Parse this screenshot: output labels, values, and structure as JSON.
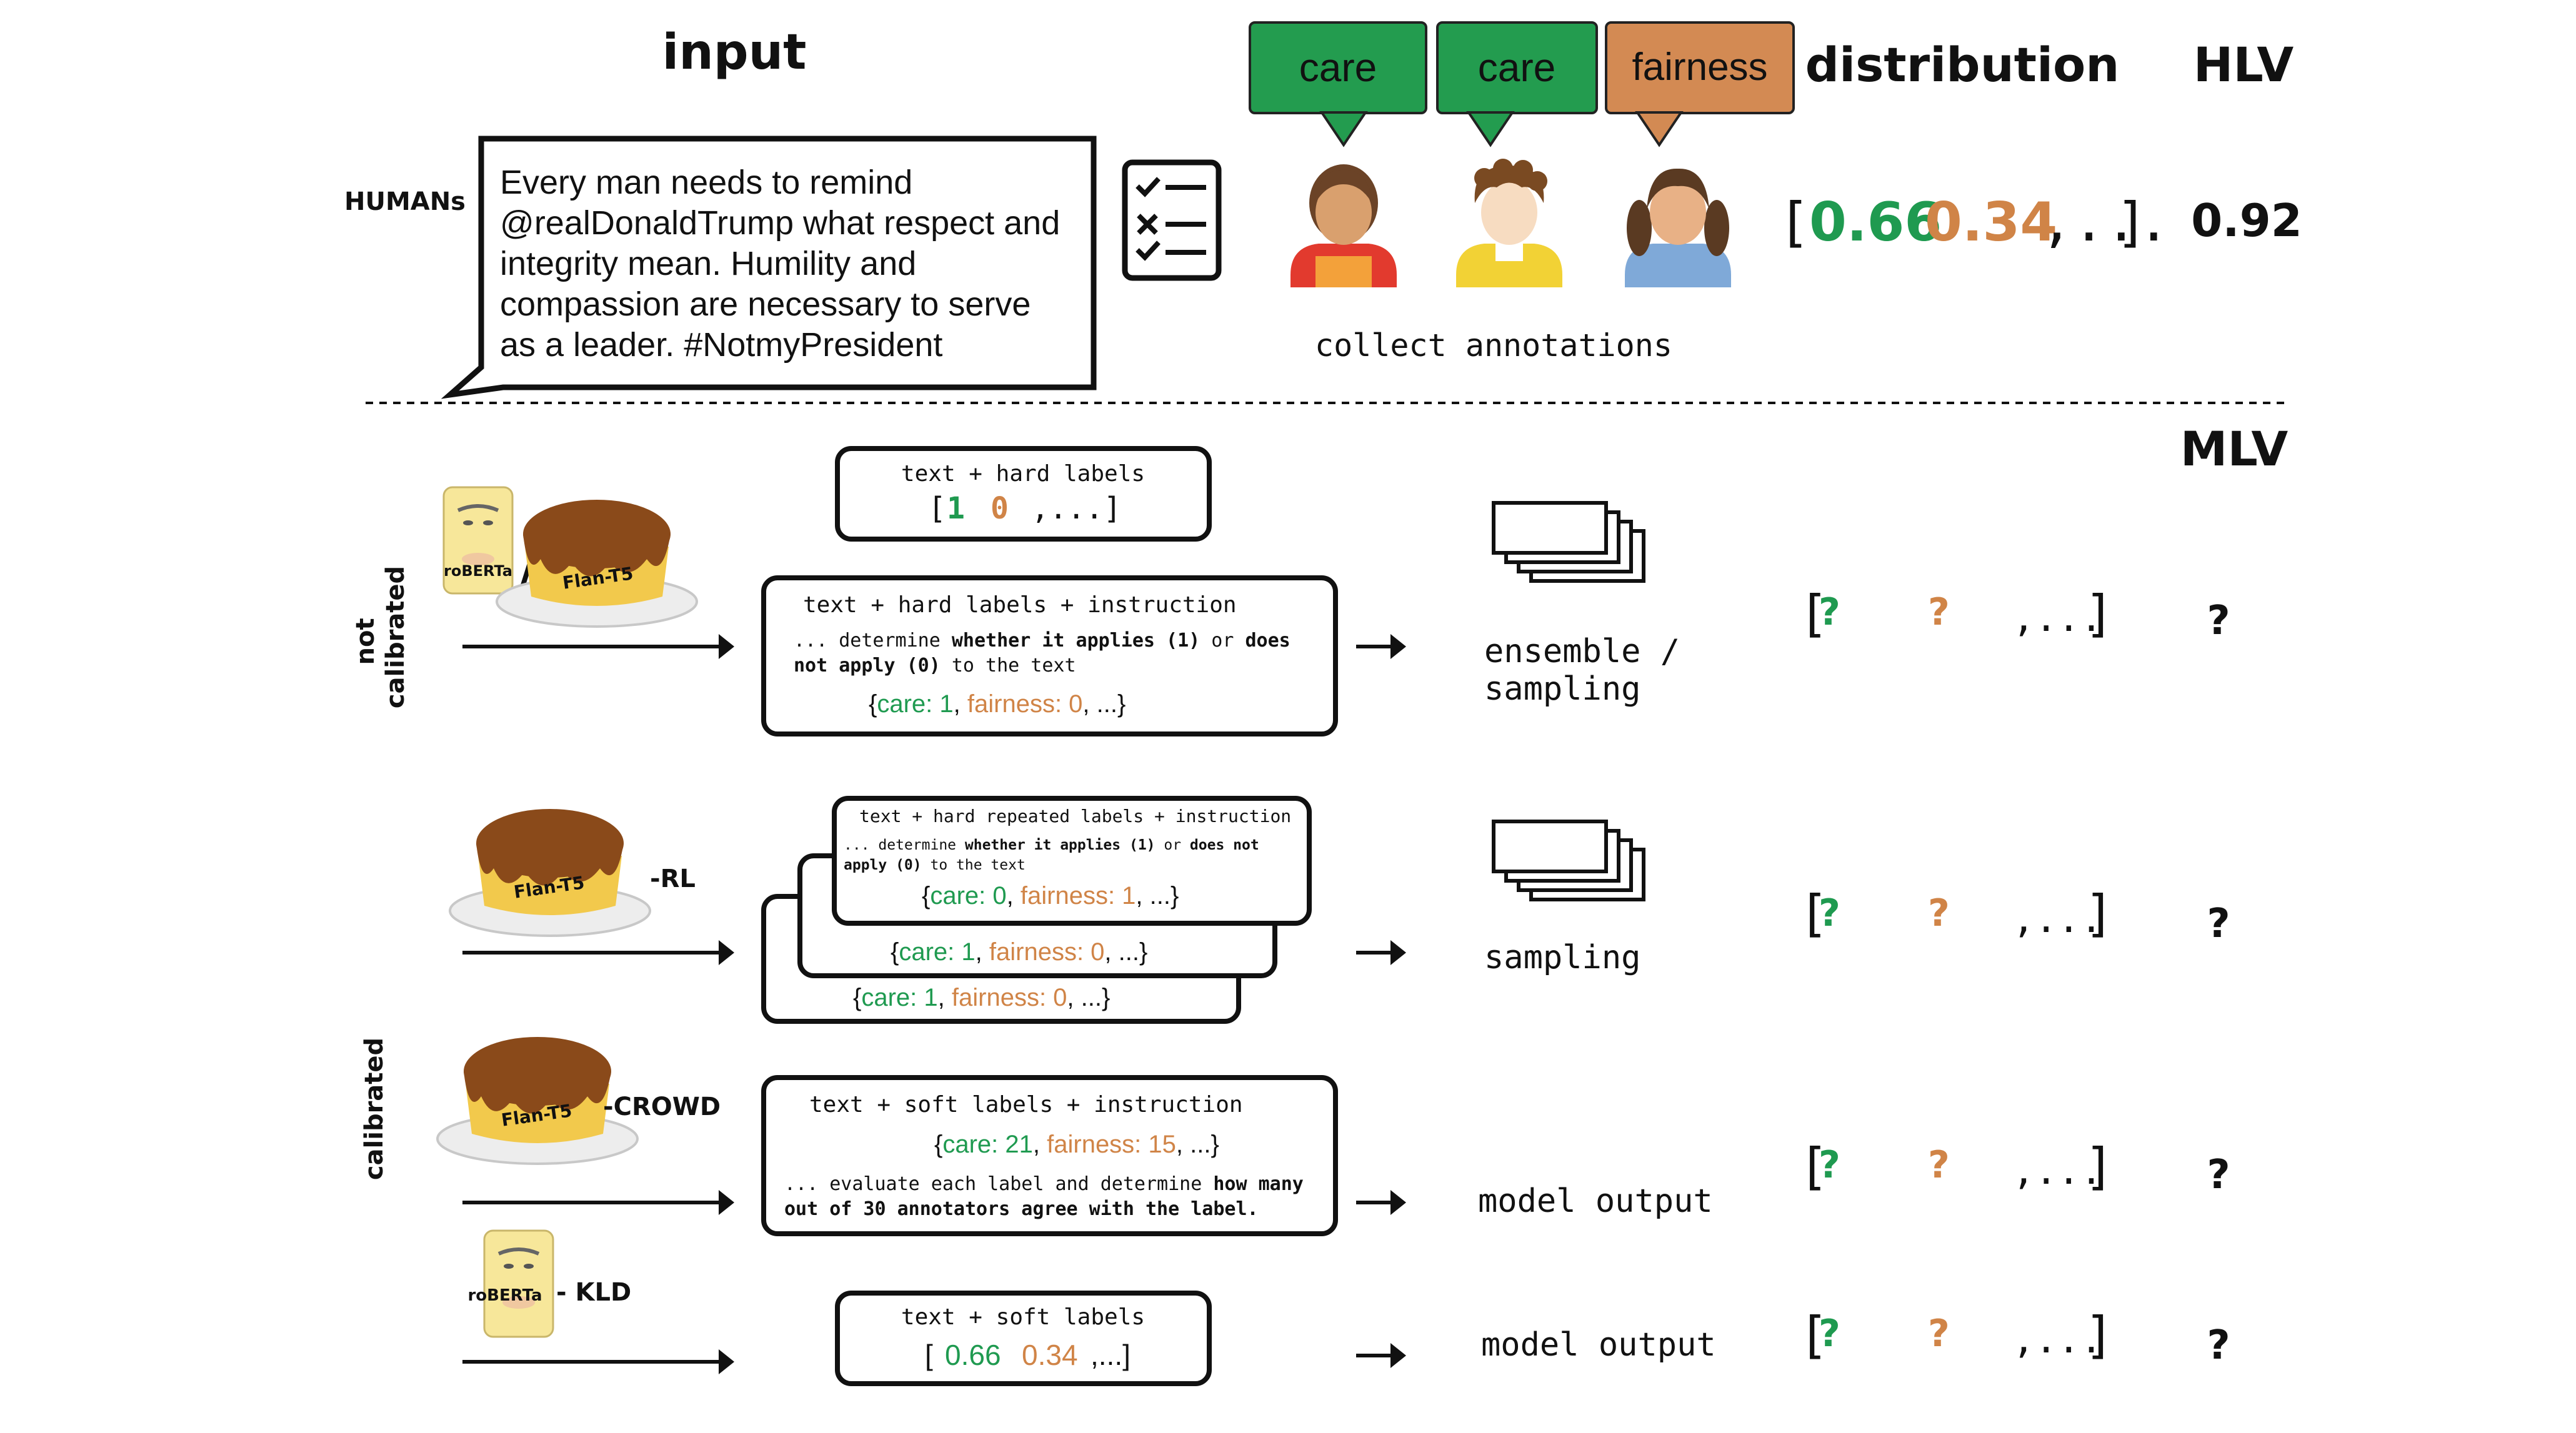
{
  "headers": {
    "input": "input",
    "distribution": "distribution",
    "hlv": "HLV",
    "mlv": "MLV"
  },
  "humans": {
    "row_label": "HUMANs",
    "tweet": [
      "Every man needs to remind",
      "@realDonaldTrump what respect and",
      "integrity mean. Humility and",
      "compassion are necessary to serve",
      "as a leader. #NotmyPresident"
    ],
    "bubbles": [
      {
        "label": "care",
        "color": "#239c4f"
      },
      {
        "label": "care",
        "color": "#239c4f"
      },
      {
        "label": "fairness",
        "color": "#d38a53"
      }
    ],
    "caption": "collect annotations",
    "distribution": {
      "open": "[",
      "v1": "0.66",
      "v2": "0.34",
      "rest": ",...",
      "close": "]"
    },
    "hlv_value": "0.92"
  },
  "side_labels": {
    "not_calibrated_1": "not",
    "not_calibrated_2": "calibrated",
    "calibrated": "calibrated"
  },
  "models": {
    "roberta": "roBERTa",
    "flan": "Flan-T5",
    "slash": "/",
    "rl_suffix": "-RL",
    "crowd_suffix": "-CROWD",
    "kld_suffix": "- KLD"
  },
  "rows": [
    {
      "box_top": {
        "title": "text + hard labels",
        "open": "[",
        "v1": "1",
        "v2": "0",
        "rest": ",...]"
      },
      "box_main": {
        "title": "text + hard labels + instruction",
        "line1_a": "... determine ",
        "line1_b": "whether it applies (1)",
        "line1_c": " or ",
        "line1_d": "does",
        "line2_a": "not apply (0)",
        "line2_b": " to the text",
        "labels": {
          "open": "{",
          "care": "care: 1",
          "sep": ", ",
          "fair": "fairness: 0",
          "rest": ", ...}"
        }
      },
      "method": [
        "ensemble /",
        "sampling"
      ],
      "mlv": {
        "open": "[",
        "q1": "?",
        "q2": "?",
        "rest": ",...",
        "close": "]"
      },
      "hlv": "?"
    },
    {
      "box_front": {
        "title": "text + hard repeated labels + instruction",
        "line1_a": "... determine ",
        "line1_b": "whether it applies (1)",
        "line1_c": " or ",
        "line1_d": "does not",
        "line2_a": "apply (0)",
        "line2_b": " to the text",
        "labels": {
          "open": "{",
          "care": "care: 0",
          "sep": ", ",
          "fair": "fairness: 1",
          "rest": ", ...}"
        }
      },
      "box_mid": {
        "open": "{",
        "care": "care: 1",
        "sep": ", ",
        "fair": "fairness: 0",
        "rest": ", ...}"
      },
      "box_back": {
        "open": "{",
        "care": "care: 1",
        "sep": ", ",
        "fair": "fairness: 0",
        "rest": ", ...}"
      },
      "method": [
        "sampling"
      ],
      "mlv": {
        "open": "[",
        "q1": "?",
        "q2": "?",
        "rest": ",...",
        "close": "]"
      },
      "hlv": "?"
    },
    {
      "box_main": {
        "title": "text + soft labels + instruction",
        "labels": {
          "open": "{",
          "care": "care: 21",
          "sep": ", ",
          "fair": "fairness: 15",
          "rest": ", ...}"
        },
        "line1_a": "... evaluate each label and determine ",
        "line1_b": "how many",
        "line2": "out of 30 annotators agree with the label."
      },
      "method": [
        "model output"
      ],
      "mlv": {
        "open": "[",
        "q1": "?",
        "q2": "?",
        "rest": ",...",
        "close": "]"
      },
      "hlv": "?"
    },
    {
      "box_main": {
        "title": "text + soft labels",
        "open": "[",
        "v1": "0.66",
        "v2": "0.34",
        "rest": ",...]"
      },
      "method": [
        "model output"
      ],
      "mlv": {
        "open": "[",
        "q1": "?",
        "q2": "?",
        "rest": ",...",
        "close": "]"
      },
      "hlv": "?"
    }
  ],
  "colors": {
    "green": "#1f9a50",
    "orange": "#d08447",
    "bubble_green": "#239c4f",
    "bubble_orange": "#d38a53",
    "caramel": "#8a4a1a",
    "pudding": "#f2c94c",
    "bert": "#f7e79a"
  }
}
